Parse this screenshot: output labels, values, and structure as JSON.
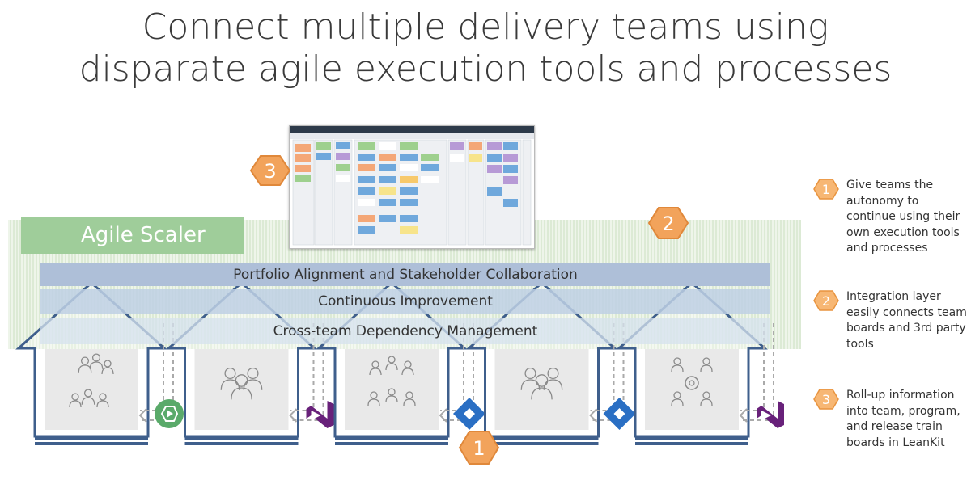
{
  "title": {
    "line1": "Connect multiple delivery teams using",
    "line2": "disparate agile execution tools and processes"
  },
  "scaler": {
    "label": "Agile Scaler"
  },
  "bands": [
    "Portfolio Alignment and Stakeholder Collaboration",
    "Continuous Improvement",
    "Cross-team Dependency Management"
  ],
  "badges": {
    "one": "1",
    "two": "2",
    "three": "3"
  },
  "legend": [
    {
      "num": "1",
      "text": "Give teams the autonomy to continue using their own execution tools and processes"
    },
    {
      "num": "2",
      "text": "Integration layer easily connects team boards and 3rd party tools"
    },
    {
      "num": "3",
      "text": "Roll-up information into team, program, and release train boards in LeanKit"
    }
  ],
  "teams": [
    {
      "icon": "team-people-icon",
      "tool": "circle-play-tool-icon"
    },
    {
      "icon": "team-group-icon",
      "tool": "visual-studio-icon"
    },
    {
      "icon": "team-cluster-icon",
      "tool": "jira-diamond-icon"
    },
    {
      "icon": "team-group-icon",
      "tool": "jira-diamond-icon"
    },
    {
      "icon": "team-network-icon",
      "tool": "visual-studio-icon"
    }
  ],
  "colors": {
    "accent_orange": "#f2a35b",
    "hex_border": "#e8943f",
    "scaler_green": "#9fcd9a",
    "arrow_blue": "#3f5f8c",
    "band_blue": "#aebfd8",
    "jira_blue": "#2a6fc4",
    "vs_purple": "#68217a",
    "tool_green": "#5aaa6a"
  }
}
